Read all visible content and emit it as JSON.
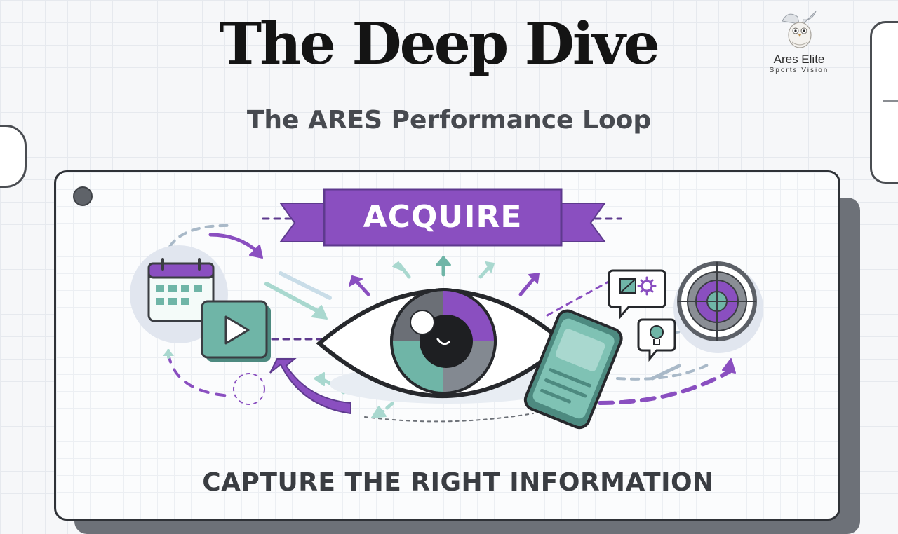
{
  "header": {
    "title": "The Deep Dive",
    "subtitle": "The ARES Performance Loop"
  },
  "brand": {
    "name": "Ares Elite",
    "tagline": "Sports Vision",
    "logo_icon": "owl-icon"
  },
  "slide": {
    "banner_label": "ACQUIRE",
    "caption": "CAPTURE THE RIGHT INFORMATION",
    "icons": [
      "calendar-icon",
      "video-play-icon",
      "eye-icon",
      "phone-icon",
      "chat-image-icon",
      "gear-icon",
      "lightbulb-icon",
      "target-icon"
    ]
  },
  "colors": {
    "purple": "#8a4fc0",
    "purple_dark": "#5e3a8e",
    "teal": "#6fb5a7",
    "teal_light": "#a9d8cf",
    "ink": "#2f3237",
    "shadow": "#6d7178"
  }
}
